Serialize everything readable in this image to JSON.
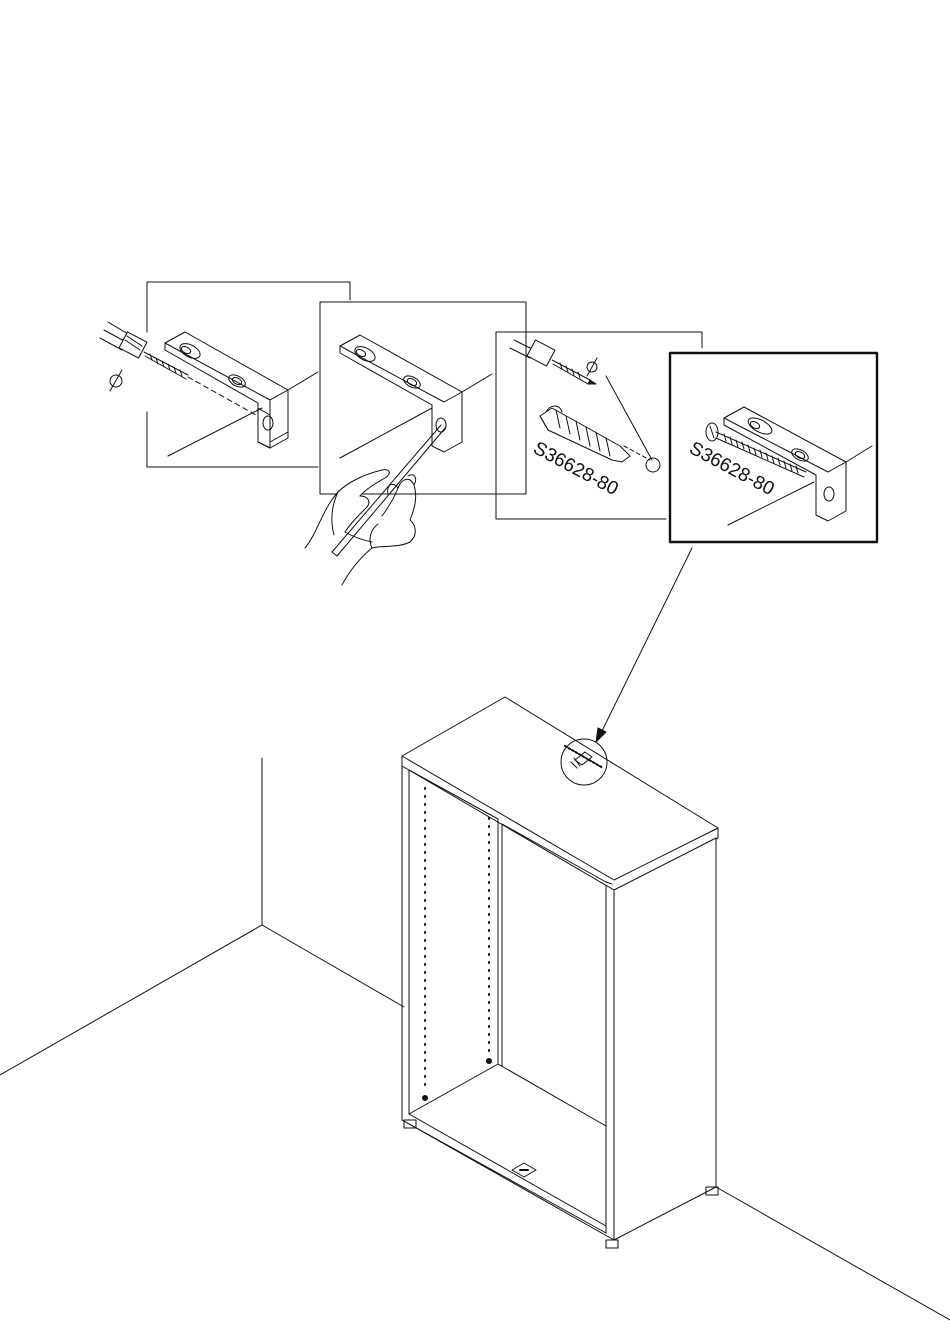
{
  "panels": [
    {
      "id": "step-1",
      "icons": [
        "drill-icon",
        "diameter-icon",
        "wall-bracket-icon"
      ]
    },
    {
      "id": "step-2",
      "icons": [
        "hand-icon",
        "pencil-icon",
        "wall-bracket-icon"
      ]
    },
    {
      "id": "step-3",
      "icons": [
        "drill-icon",
        "diameter-icon",
        "wall-plug-icon"
      ],
      "part_code": "S36628-80"
    },
    {
      "id": "step-4",
      "icons": [
        "screw-icon",
        "wall-bracket-icon"
      ],
      "part_code": "S36628-80"
    }
  ],
  "colors": {
    "line": "#111111",
    "background": "#ffffff"
  }
}
